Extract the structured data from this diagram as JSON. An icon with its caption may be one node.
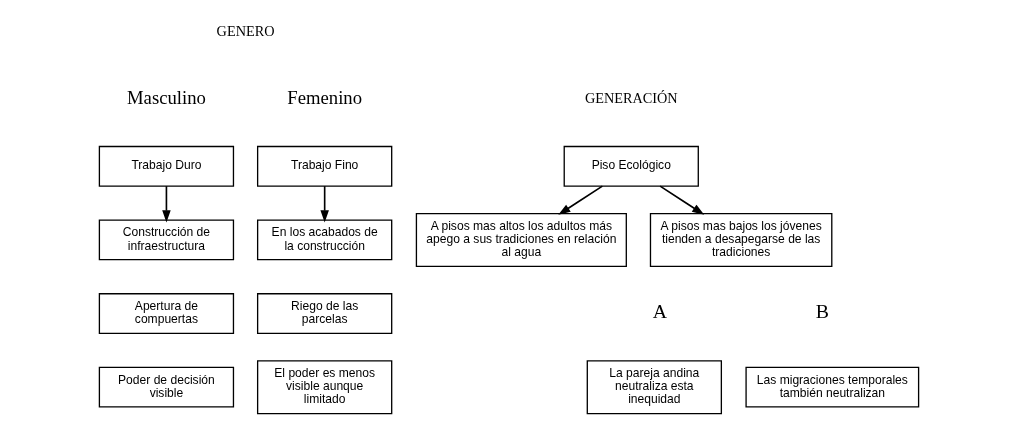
{
  "diagram": {
    "nodes": [
      {
        "text": [
          "Trabajo Duro"
        ]
      },
      {
        "text": [
          "Trabajo Fino"
        ]
      },
      {
        "text": [
          "Construcción de infraestructura"
        ]
      },
      {
        "text": [
          "En los acabados de la construcción"
        ]
      },
      {
        "text": [
          "Apertura de compuertas"
        ]
      },
      {
        "text": [
          "Riego de las parcelas"
        ]
      },
      {
        "text": [
          "Poder de decisión visible"
        ]
      },
      {
        "text": [
          "El poder es menos visible aunque limitado"
        ]
      },
      {
        "text": [
          "Piso Ecológico"
        ]
      },
      {
        "text": [
          "A pisos mas altos los adultos más apego a sus tradiciones en relación al agua"
        ]
      },
      {
        "text": [
          "A pisos mas bajos los jóvenes tienden a desapegarse de las tradiciones"
        ]
      },
      {
        "text": [
          "La pareja andina neutraliza esta inequidad"
        ]
      },
      {
        "text": [
          "Las migraciones temporales también neutralizan"
        ]
      }
    ],
    "edges": [
      {
        "from": 0,
        "to": 2,
        "arrow": "to"
      },
      {
        "from": 1,
        "to": 3,
        "arrow": "to"
      },
      {
        "from": 8,
        "to": 9,
        "arrow": "to"
      },
      {
        "from": 8,
        "to": 10,
        "arrow": "to"
      }
    ],
    "labels": [
      "GENERO",
      "Masculino",
      "Femenino",
      "GENERACIÓN",
      "A",
      "B"
    ]
  }
}
